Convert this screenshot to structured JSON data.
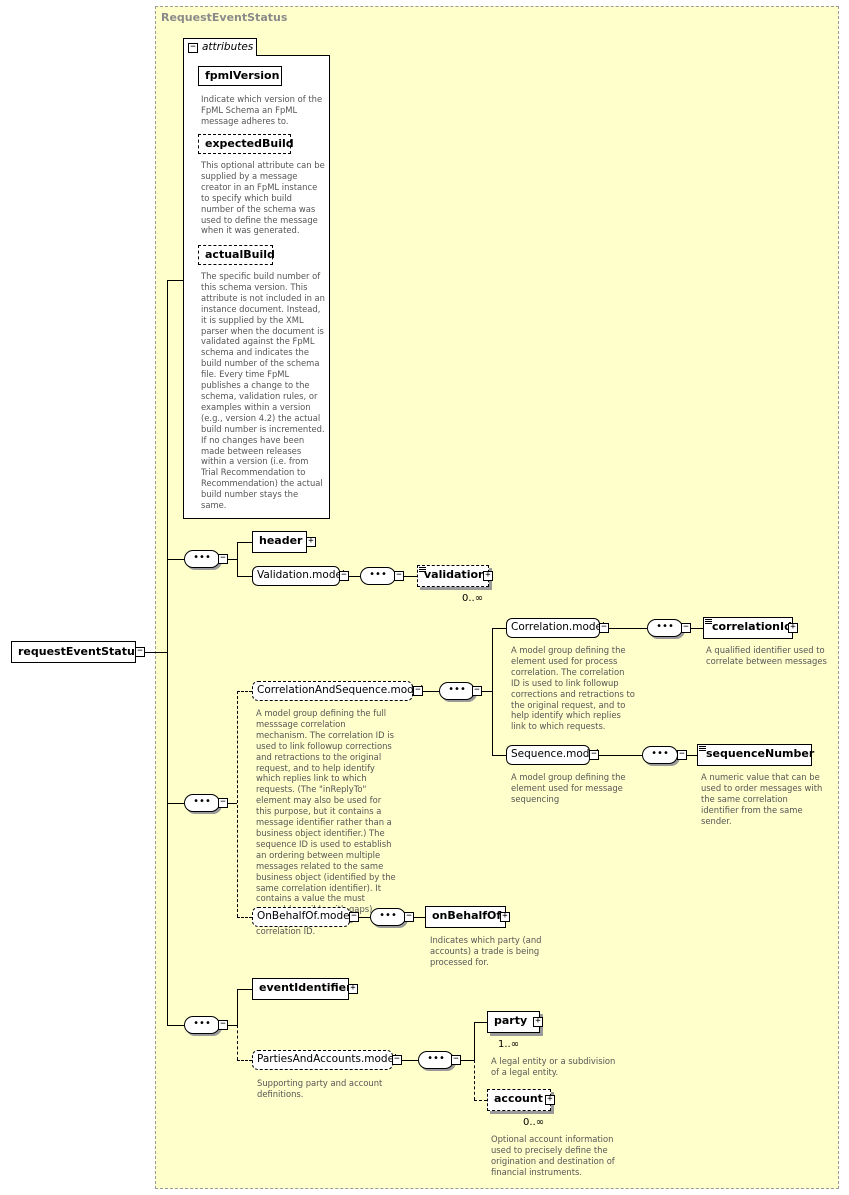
{
  "container_title": "RequestEventStatus",
  "root": "requestEventStatus",
  "attributes_tab": "attributes",
  "attributes": [
    {
      "name": "fpmlVersion",
      "doc": "Indicate which version of the FpML Schema an FpML message adheres to."
    },
    {
      "name": "expectedBuild",
      "doc": "This optional attribute can be supplied by a message creator in an FpML instance to specify which build number of the schema was used to define the message when it was generated."
    },
    {
      "name": "actualBuild",
      "doc": "The specific build number of this schema version. This attribute is not included in an instance document. Instead, it is supplied by the XML parser when the document is validated against the FpML schema and indicates the build number of the schema file. Every time FpML publishes a change to the schema, validation rules, or examples within a version (e.g., version 4.2) the actual build number is incremented. If no changes have been made between releases within a version (i.e. from Trial Recommendation to Recommendation) the actual build number stays the same."
    }
  ],
  "seq_glyph": "•••",
  "minus": "−",
  "plus": "+",
  "group1": {
    "header": "header",
    "validation_model": "Validation.model",
    "validation": "validation",
    "validation_card": "0..∞"
  },
  "group2": {
    "cas_model": "CorrelationAndSequence.model",
    "cas_doc": "A model group defining the full messsage correlation mechanism. The correlation ID is used to link followup corrections and retractions to the original request, and to help identify which replies link to which requests. (The \"inReplyTo\" element may also be used for this purpose, but it contains a message identifier rather than a business object identifier.) The sequence ID is used to establish an ordering between multiple messages related to the same business object (identified by the same correlation identifier). It contains a value the must ascend (possibly with gaps) messages on the same correlation ID.",
    "correlation_model": "Correlation.model",
    "correlation_model_doc": "A model group defining the element used for process correlation. The correlation ID is used to link followup corrections and retractions to the original request, and to help identify which replies link to which requests.",
    "correlation_id": "correlationId",
    "correlation_id_doc": "A qualified identifier used to correlate between messages",
    "sequence_model": "Sequence.model",
    "sequence_model_doc": "A model group defining the element used for message sequencing",
    "sequence_number": "sequenceNumber",
    "sequence_number_doc": "A numeric value that can be used to order messages with the same correlation identifier from the same sender.",
    "obo_model": "OnBehalfOf.model",
    "obo": "onBehalfOf",
    "obo_doc": "Indicates which party (and accounts) a trade is being processed for."
  },
  "group3": {
    "event_identifier": "eventIdentifier",
    "paa_model": "PartiesAndAccounts.model",
    "paa_doc": "Supporting party and account definitions.",
    "party": "party",
    "party_card": "1..∞",
    "party_doc": "A legal entity or a subdivision of a legal entity.",
    "account": "account",
    "account_card": "0..∞",
    "account_doc": "Optional account information used to precisely define the origination and destination of financial instruments."
  }
}
